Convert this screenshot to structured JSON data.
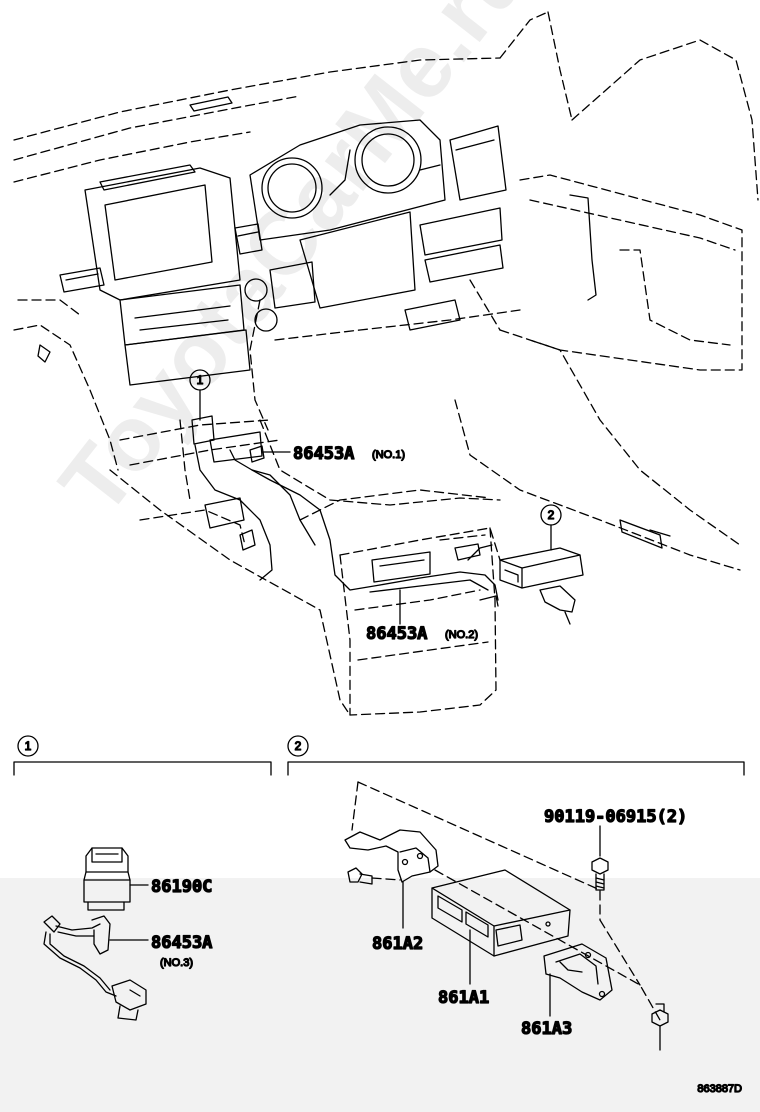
{
  "watermark": "ToyotaCarMe.ru",
  "callouts": {
    "c1": "1",
    "c2": "2"
  },
  "top_labels": {
    "harness_no1_part": "86453A",
    "harness_no1_sub": "(NO.1)",
    "harness_no2_part": "86453A",
    "harness_no2_sub": "(NO.2)"
  },
  "detail1": {
    "header": "1",
    "switch_part": "86190C",
    "harness_part": "86453A",
    "harness_sub": "(NO.3)"
  },
  "detail2": {
    "header": "2",
    "bolt_part": "90119-06915(2)",
    "bracket_left_part": "861A2",
    "unit_part": "861A1",
    "bracket_right_part": "861A3"
  },
  "diagram_code": "863887D"
}
